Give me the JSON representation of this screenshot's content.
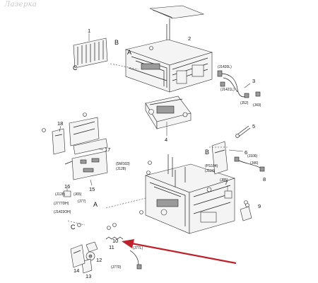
{
  "watermark": "Лазерка",
  "callouts": {
    "n1": "1",
    "n2": "2",
    "n3": "3",
    "n4": "4",
    "n5": "5",
    "n6": "6",
    "n7": "7",
    "n8": "8",
    "n9": "9",
    "n10": "10",
    "n11": "11",
    "n12": "12",
    "n13": "13",
    "n14": "14",
    "n15": "15",
    "n16": "16",
    "n17": "17",
    "n18": "18"
  },
  "view_letters": {
    "a1": "A",
    "a2": "A",
    "b1": "B",
    "b2": "B",
    "c1": "C",
    "c2": "C"
  },
  "connectors": {
    "j1420": "(J1420L)",
    "j1421": "(J1421L)",
    "j52": "(J52)",
    "j43": "(J43)",
    "sw103": "(SW103)",
    "j128a": "(J128)",
    "ps104": "(PS104)",
    "j124": "(J124)",
    "j85": "(J85)",
    "j106": "(J106)",
    "j46": "(J46)",
    "j128b": "(J128)",
    "j65": "(J65)",
    "j77": "(J77)",
    "j777dh": "(J777DH)",
    "j1423oh": "(J1423OH)",
    "j77l": "(J77L)",
    "j770": "(J770)"
  },
  "colors": {
    "arrow": "#c0202a",
    "line": "#1c1c1c",
    "background": "#ffffff"
  }
}
